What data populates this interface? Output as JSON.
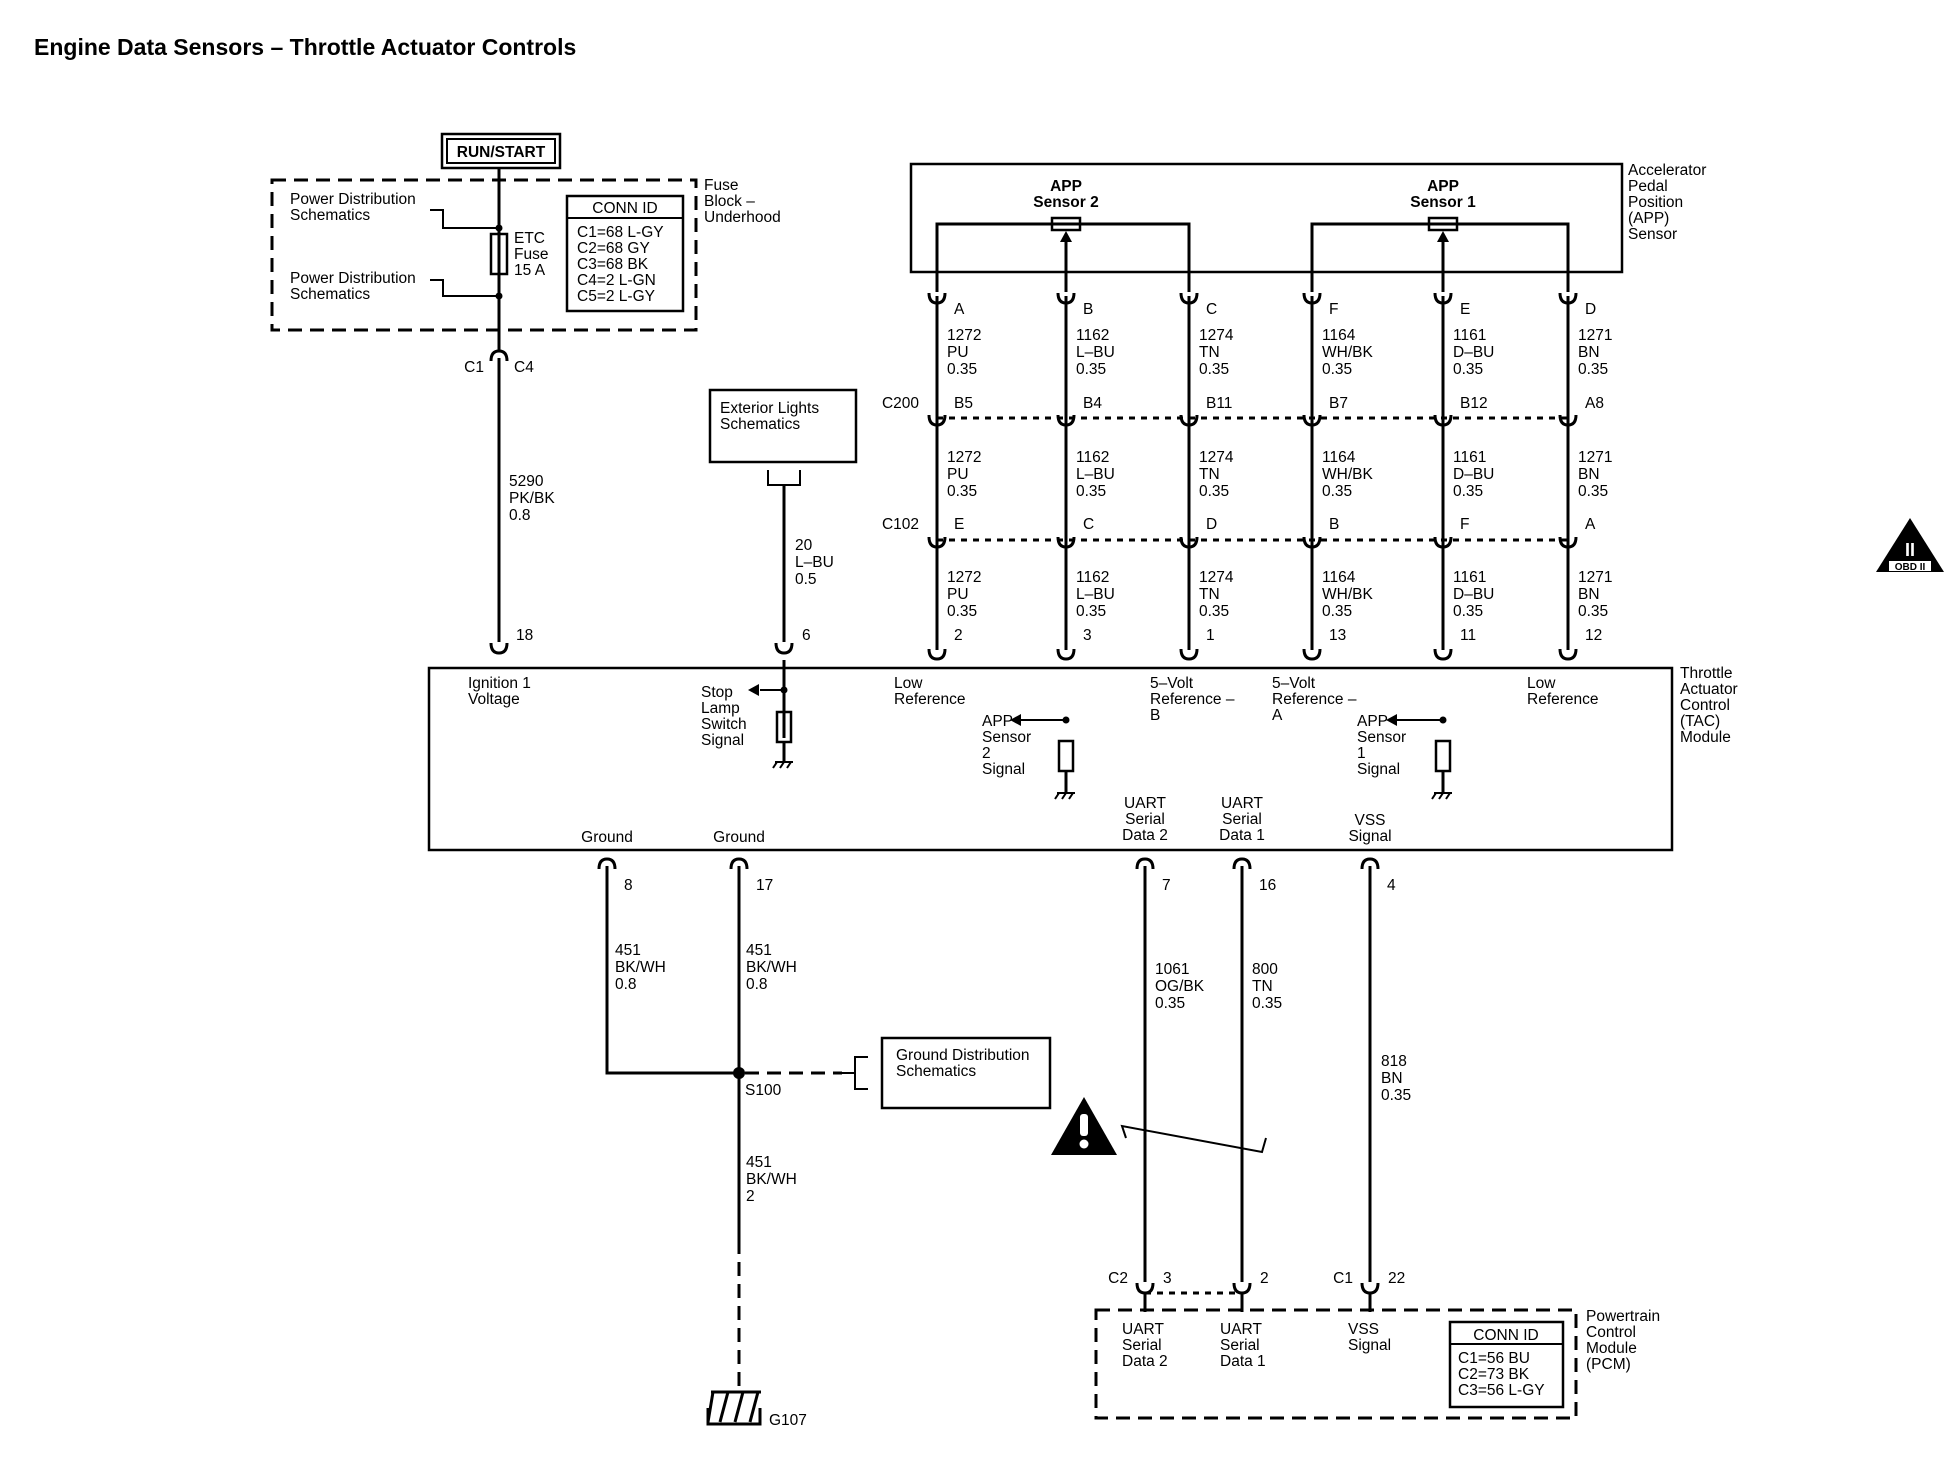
{
  "title": "Engine Data Sensors – Throttle Actuator Controls",
  "run_start": "RUN/START",
  "fuse_block": {
    "name_lines": [
      "Fuse",
      "Block –",
      "Underhood"
    ],
    "pds_1": [
      "Power Distribution",
      "Schematics"
    ],
    "pds_2": [
      "Power Distribution",
      "Schematics"
    ],
    "fuse_label": [
      "ETC",
      "Fuse",
      "15 A"
    ],
    "conn_id_title": "CONN ID",
    "conn_ids": [
      "C1=68 L-GY",
      "C2=68 GY",
      "C3=68 BK",
      "C4=2 L-GN",
      "C5=2 L-GY"
    ],
    "out_conn": "C1",
    "out_pin": "C4"
  },
  "app_sensor": {
    "name_lines": [
      "Accelerator",
      "Pedal",
      "Position",
      "(APP)",
      "Sensor"
    ],
    "sensor2": [
      "APP",
      "Sensor 2"
    ],
    "sensor1": [
      "APP",
      "Sensor 1"
    ]
  },
  "exterior_lights": [
    "Exterior Lights",
    "Schematics"
  ],
  "inline_connectors": {
    "c200": "C200",
    "c102": "C102"
  },
  "app_circuits": [
    {
      "app_pin": "A",
      "c200_pin": "B5",
      "c102_pin": "E",
      "tac_pin": "2",
      "circuit": "1272",
      "color": "PU",
      "gauge": "0.35"
    },
    {
      "app_pin": "B",
      "c200_pin": "B4",
      "c102_pin": "C",
      "tac_pin": "3",
      "circuit": "1162",
      "color": "L–BU",
      "gauge": "0.35"
    },
    {
      "app_pin": "C",
      "c200_pin": "B11",
      "c102_pin": "D",
      "tac_pin": "1",
      "circuit": "1274",
      "color": "TN",
      "gauge": "0.35"
    },
    {
      "app_pin": "F",
      "c200_pin": "B7",
      "c102_pin": "B",
      "tac_pin": "13",
      "circuit": "1164",
      "color": "WH/BK",
      "gauge": "0.35"
    },
    {
      "app_pin": "E",
      "c200_pin": "B12",
      "c102_pin": "F",
      "tac_pin": "11",
      "circuit": "1161",
      "color": "D–BU",
      "gauge": "0.35"
    },
    {
      "app_pin": "D",
      "c200_pin": "A8",
      "c102_pin": "A",
      "tac_pin": "12",
      "circuit": "1271",
      "color": "BN",
      "gauge": "0.35"
    }
  ],
  "ign_wire": {
    "circuit": "5290",
    "color": "PK/BK",
    "gauge": "0.8",
    "tac_pin": "18"
  },
  "stop_wire": {
    "circuit": "20",
    "color": "L–BU",
    "gauge": "0.5",
    "tac_pin": "6"
  },
  "tac_module": {
    "name_lines": [
      "Throttle",
      "Actuator",
      "Control",
      "(TAC)",
      "Module"
    ],
    "ign1": [
      "Ignition 1",
      "Voltage"
    ],
    "stop_lamp": [
      "Stop",
      "Lamp",
      "Switch",
      "Signal"
    ],
    "low_ref_left": [
      "Low",
      "Reference"
    ],
    "app2_signal": [
      "APP",
      "Sensor",
      "2",
      "Signal"
    ],
    "ref_b": [
      "5–Volt",
      "Reference –",
      "B"
    ],
    "ref_a": [
      "5–Volt",
      "Reference –",
      "A"
    ],
    "app1_signal": [
      "APP",
      "Sensor",
      "1",
      "Signal"
    ],
    "low_ref_right": [
      "Low",
      "Reference"
    ],
    "ground1": "Ground",
    "ground2": "Ground",
    "uart2": [
      "UART",
      "Serial",
      "Data 2"
    ],
    "uart1": [
      "UART",
      "Serial",
      "Data 1"
    ],
    "vss": [
      "VSS",
      "Signal"
    ]
  },
  "lower_wires": {
    "gnd8": {
      "tac_pin": "8",
      "circuit": "451",
      "color": "BK/WH",
      "gauge": "0.8"
    },
    "gnd17": {
      "tac_pin": "17",
      "circuit": "451",
      "color": "BK/WH",
      "gauge": "0.8"
    },
    "gnd_main": {
      "circuit": "451",
      "color": "BK/WH",
      "gauge": "2"
    },
    "uart2": {
      "tac_pin": "7",
      "circuit": "1061",
      "color": "OG/BK",
      "gauge": "0.35",
      "pcm_pin": "3"
    },
    "uart1": {
      "tac_pin": "16",
      "circuit": "800",
      "color": "TN",
      "gauge": "0.35",
      "pcm_pin": "2"
    },
    "vss": {
      "tac_pin": "4",
      "circuit": "818",
      "color": "BN",
      "gauge": "0.35",
      "pcm_pin": "22"
    }
  },
  "splice": "S100",
  "ground_point": "G107",
  "ground_distribution": [
    "Ground Distribution",
    "Schematics"
  ],
  "pcm": {
    "name_lines": [
      "Powertrain",
      "Control",
      "Module",
      "(PCM)"
    ],
    "c2": "C2",
    "c1": "C1",
    "uart2": [
      "UART",
      "Serial",
      "Data 2"
    ],
    "uart1": [
      "UART",
      "Serial",
      "Data 1"
    ],
    "vss": [
      "VSS",
      "Signal"
    ],
    "conn_id_title": "CONN ID",
    "conn_ids": [
      "C1=56 BU",
      "C2=73 BK",
      "C3=56 L-GY"
    ]
  },
  "obd_badge": {
    "numeral": "II",
    "text": "OBD II"
  }
}
